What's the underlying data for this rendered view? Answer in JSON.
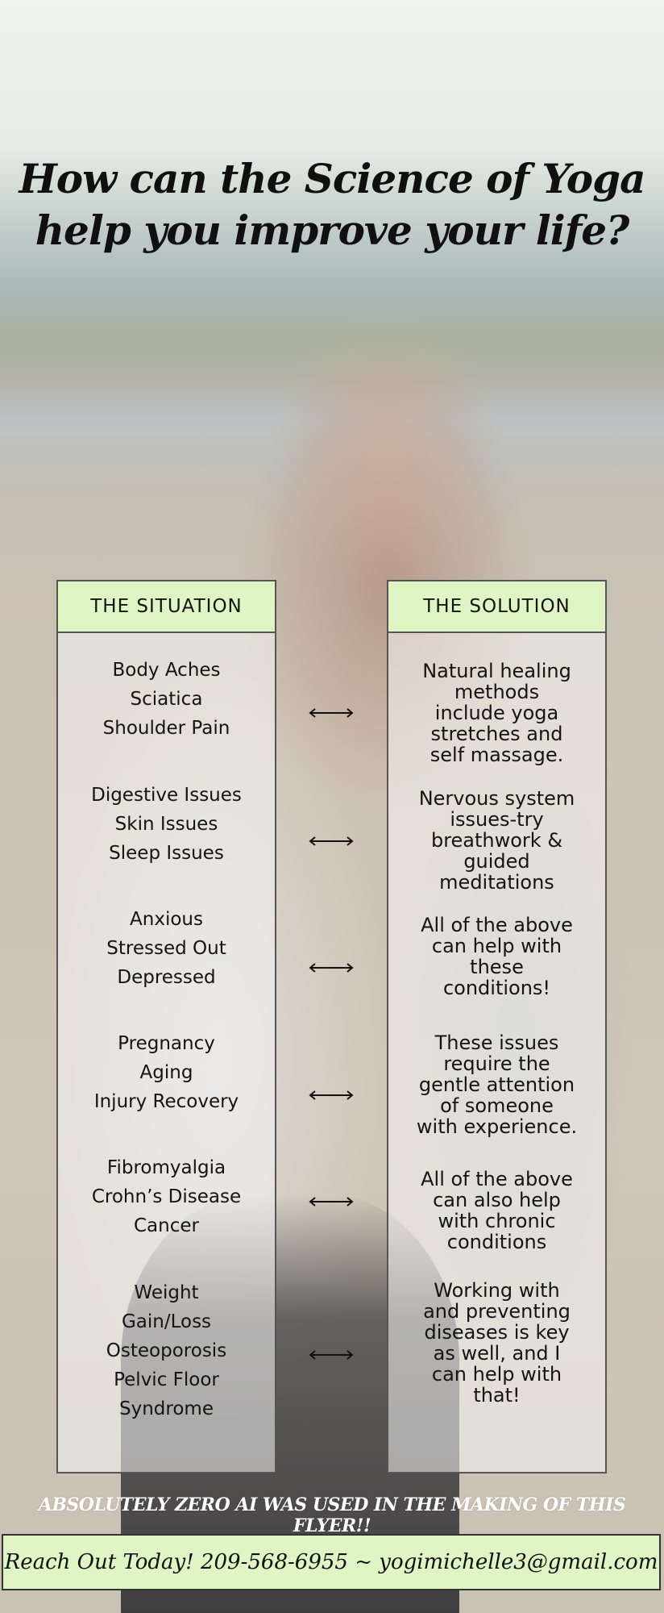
{
  "title": {
    "line1": "How can the Science of Yoga",
    "line2": "help you improve your life?"
  },
  "situation": {
    "header": "THE SITUATION",
    "groups": [
      [
        "Body Aches",
        "Sciatica",
        "Shoulder Pain"
      ],
      [
        "Digestive Issues",
        "Skin Issues",
        "Sleep Issues"
      ],
      [
        "Anxious",
        "Stressed Out",
        "Depressed"
      ],
      [
        "Pregnancy",
        "Aging",
        "Injury Recovery"
      ],
      [
        "Fibromyalgia",
        "Crohn’s Disease",
        "Cancer"
      ],
      [
        "Weight",
        "Gain/Loss",
        "Osteoporosis",
        "Pelvic Floor",
        "Syndrome"
      ]
    ]
  },
  "solution": {
    "header": "THE SOLUTION",
    "items": [
      [
        "Natural healing",
        "methods",
        "include yoga",
        "stretches and",
        "self massage."
      ],
      [
        "Nervous system",
        "issues-try",
        "breathwork &",
        "guided",
        "meditations"
      ],
      [
        "All of the above",
        "can help with",
        "these",
        "conditions!"
      ],
      [
        "These issues",
        "require the",
        "gentle attention",
        "of someone",
        "with experience."
      ],
      [
        "All of the above",
        "can also help",
        "with chronic",
        "conditions"
      ],
      [
        "Working with",
        "and preventing",
        "diseases is key",
        "as well, and I",
        "can help with",
        "that!"
      ]
    ]
  },
  "footer_note": "ABSOLUTELY ZERO AI WAS USED IN THE MAKING OF THIS FLYER!!",
  "contact": "Reach Out Today! 209-568-6955 ~ yogimichelle3@gmail.com",
  "colors": {
    "header_fill": "#e0f5c4",
    "border": "#555555",
    "text": "#141414"
  }
}
